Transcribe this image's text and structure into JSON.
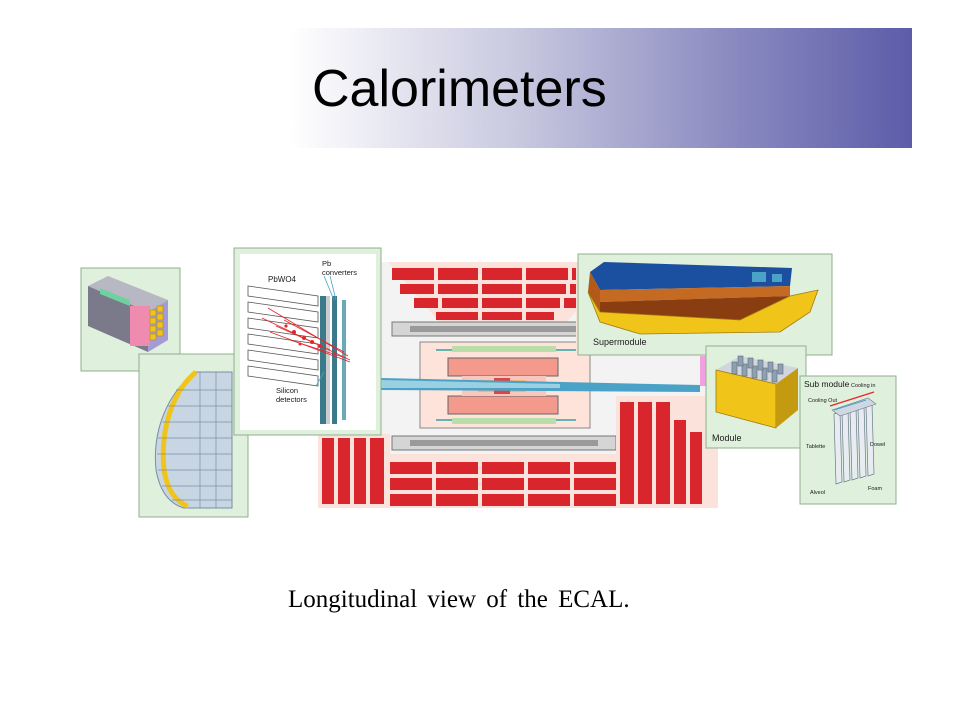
{
  "slide": {
    "title": "Calorimeters",
    "caption": "Longitudinal view of the ECAL."
  },
  "diagram": {
    "labels": {
      "pbwo4": "PbWO4",
      "pb": "Pb",
      "converters": "converters",
      "silicon": "Silicon",
      "detectors": "detectors",
      "supermodule": "Supermodule",
      "module": "Module",
      "sub_module": "Sub module",
      "cooling_in": "Cooling in",
      "cooling_out": "Cooling Out",
      "tablette": "Tablette",
      "dowel": "Dowel",
      "alveol": "Alveol",
      "foam": "Foam"
    },
    "colors": {
      "panel_bg": "#dff0dc",
      "panel_border": "#8fb08c",
      "detector_red": "#d9262c",
      "detector_pink": "#f4b7b0",
      "module_yellow": "#f0c419",
      "module_brown": "#b35a1a",
      "crystal_blue": "#7a9fc9"
    }
  }
}
